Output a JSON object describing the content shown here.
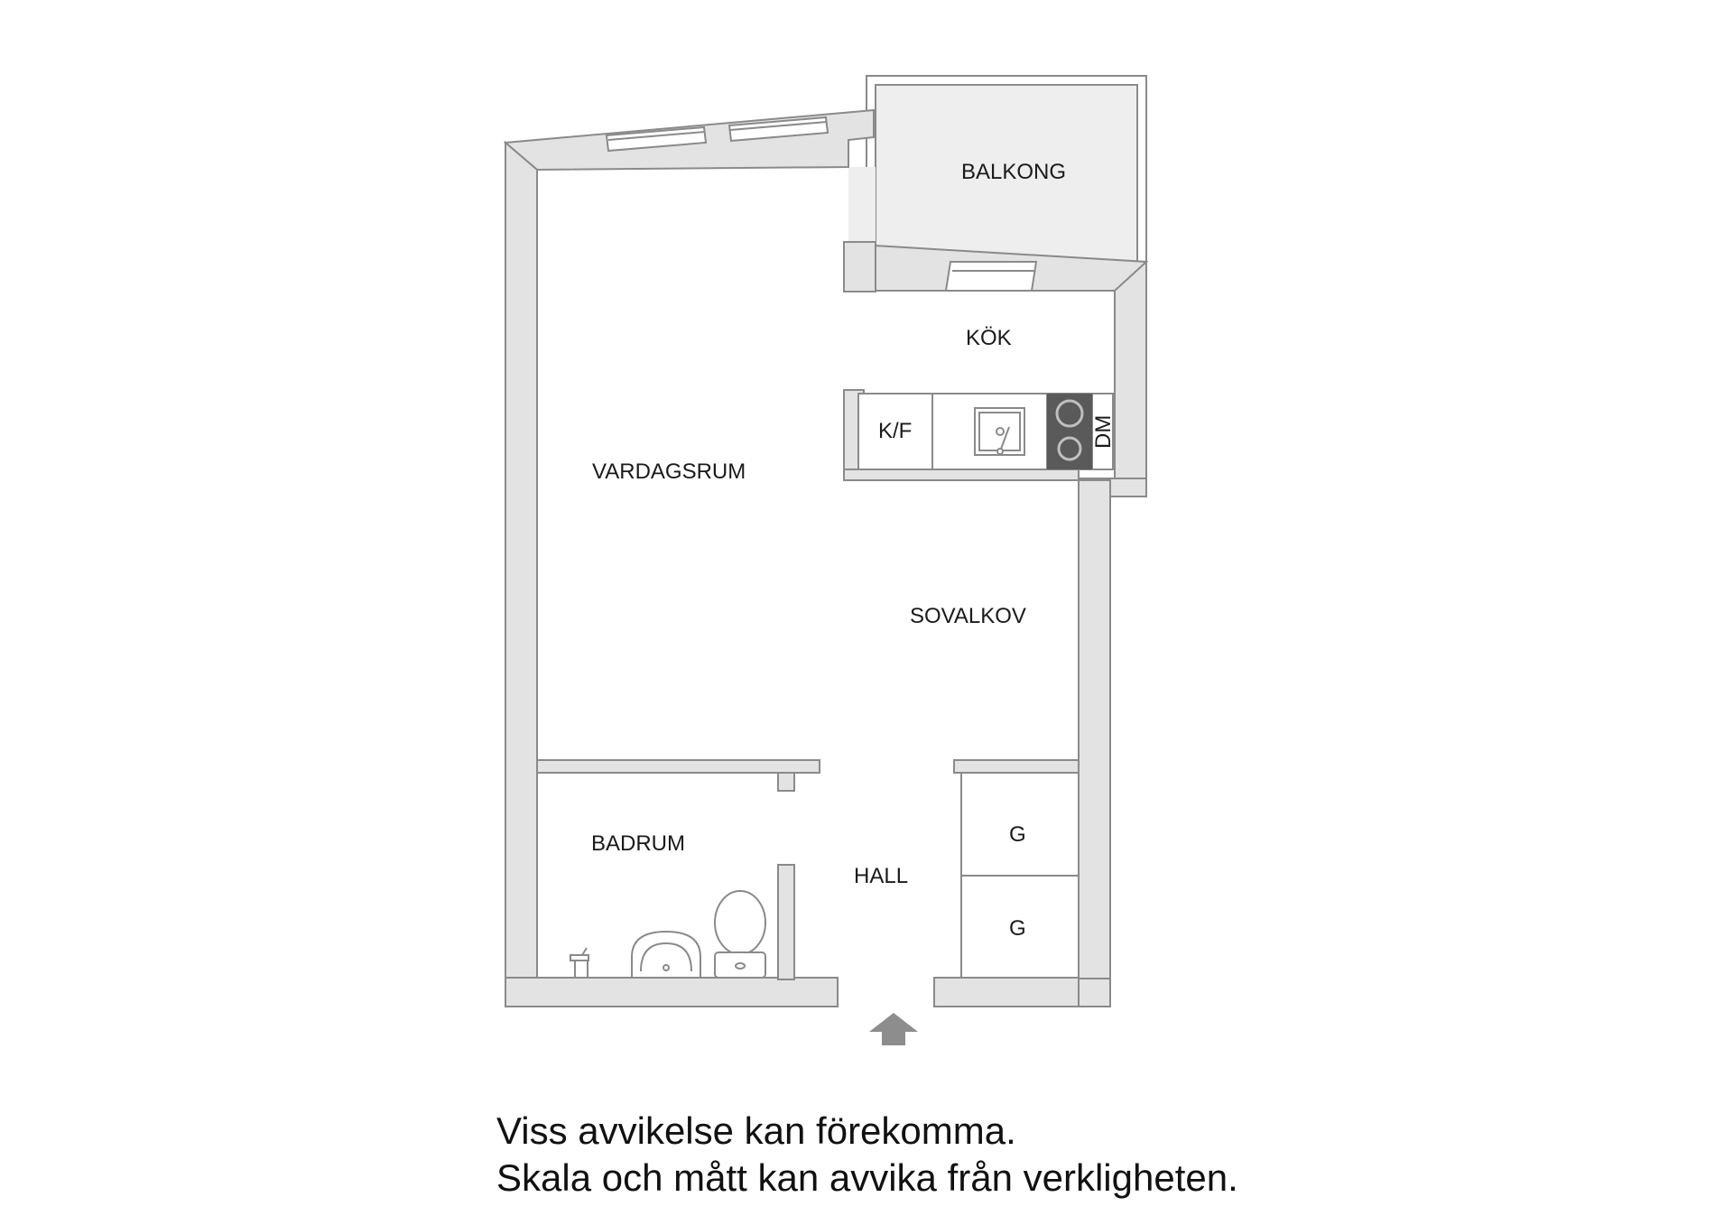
{
  "rooms": {
    "balkong": "BALKONG",
    "kok": "KÖK",
    "vardagsrum": "VARDAGSRUM",
    "sovalkov": "SOVALKOV",
    "badrum": "BADRUM",
    "hall": "HALL"
  },
  "fixtures": {
    "fridge_freezer": "K/F",
    "dishwasher": "DM",
    "wardrobe_1": "G",
    "wardrobe_2": "G"
  },
  "disclaimer": {
    "line1": "Viss avvikelse kan förekomma.",
    "line2": "Skala och mått kan avvika från verkligheten."
  },
  "colors": {
    "wall_fill": "#e3e3e3",
    "wall_stroke": "#8a8a8a",
    "balcony_fill": "#eeeeee",
    "stove": "#5a5a5a",
    "entrance_arrow": "#8d8d8d"
  },
  "icons": {
    "entrance": "entrance-arrow-icon",
    "sink": "kitchen-sink-icon",
    "stove": "stove-icon",
    "toilet": "toilet-icon",
    "washbasin": "washbasin-icon",
    "tap": "shower-tap-icon"
  }
}
